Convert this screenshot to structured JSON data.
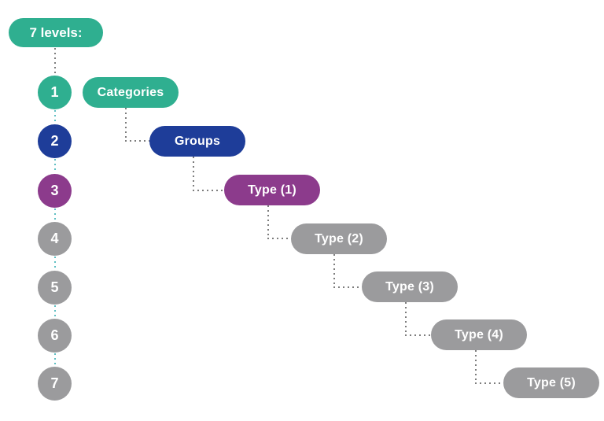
{
  "diagram": {
    "title": "7 levels:",
    "colors": {
      "teal": "#2FAF90",
      "navy": "#1E3D99",
      "purple": "#8C3B8C",
      "gray": "#9B9B9D",
      "connector_gray": "#7D7D7D",
      "connector_teal": "#5FBFC3",
      "text": "#FFFFFF"
    },
    "levels": [
      {
        "number": "1",
        "label": "Categories",
        "color": "teal"
      },
      {
        "number": "2",
        "label": "Groups",
        "color": "navy"
      },
      {
        "number": "3",
        "label": "Type (1)",
        "color": "purple"
      },
      {
        "number": "4",
        "label": "Type (2)",
        "color": "gray"
      },
      {
        "number": "5",
        "label": "Type (3)",
        "color": "gray"
      },
      {
        "number": "6",
        "label": "Type (4)",
        "color": "gray"
      },
      {
        "number": "7",
        "label": "Type (5)",
        "color": "gray"
      }
    ]
  }
}
